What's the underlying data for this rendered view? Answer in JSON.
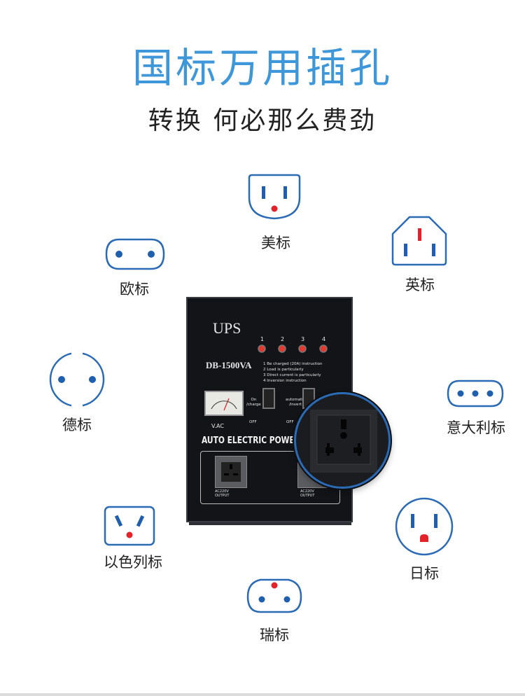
{
  "headline": "国标万用插孔",
  "subheadline": "转换 何必那么费劲",
  "plugs": [
    {
      "label": "美标",
      "icon": "us-plug-icon"
    },
    {
      "label": "欧标",
      "icon": "eu-plug-icon"
    },
    {
      "label": "英标",
      "icon": "uk-plug-icon"
    },
    {
      "label": "德标",
      "icon": "de-plug-icon"
    },
    {
      "label": "意大利标",
      "icon": "it-plug-icon"
    },
    {
      "label": "以色列标",
      "icon": "il-plug-icon"
    },
    {
      "label": "日标",
      "icon": "jp-plug-icon"
    },
    {
      "label": "瑞标",
      "icon": "ch-plug-icon"
    }
  ],
  "device": {
    "brand": "UPS",
    "model": "DB-1500VA",
    "indicator_numbers": [
      "1",
      "2",
      "3",
      "4"
    ],
    "instructions": [
      "1 Be charged (20A) instruction",
      "2 Load is particularly",
      "3 Direct current is particularly",
      "4 Inversion instruction"
    ],
    "meter_label": "V.AC",
    "switch1_label": "On\n/charge",
    "switch1_off": "OFF",
    "switch2_label": "automatic\n/invert",
    "switch2_off": "OFF",
    "banner": "AUTO ELECTRIC POWER",
    "outlet_left_label": "AC220V\nOUTPUT",
    "outlet_right_label": "AC220V\nOUTPUT"
  },
  "colors": {
    "accent_blue": "#3d97d8",
    "outline_blue": "#2b6bb5",
    "dot_blue": "#1f5fae",
    "dot_red": "#e3232b"
  }
}
